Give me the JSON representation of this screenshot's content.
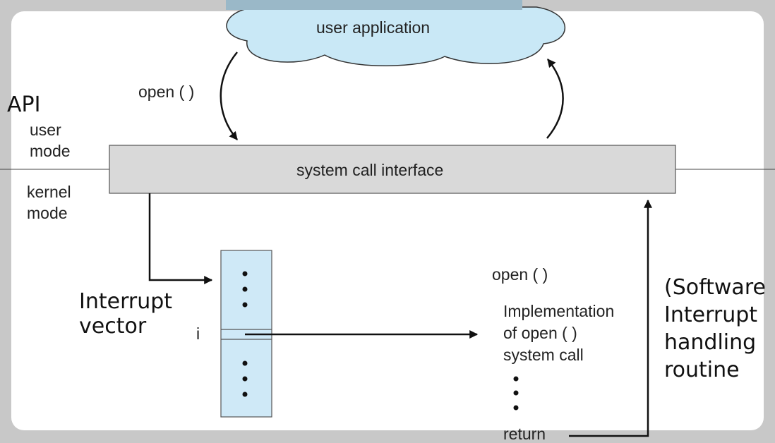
{
  "user_application": "user application",
  "open_call_label": "open ( )",
  "api_label": "API",
  "user_mode_label": "user\nmode",
  "kernel_mode_label": "kernel\nmode",
  "system_call_interface": "system call interface",
  "interrupt_vector_label": "Interrupt\nvector",
  "vector_index_label": "i",
  "impl_title": "open ( )",
  "impl_text": "Implementation\nof open ( )\nsystem call",
  "return_label": "return",
  "software_interrupt_label": "(Software\nInterrupt\nhandling\nroutine",
  "colors": {
    "cloud_fill": "#c9e8f6",
    "cloud_top": "#9ab8c8",
    "sci_box_fill": "#d9d9d9",
    "vector_fill": "#cfe9f7"
  }
}
